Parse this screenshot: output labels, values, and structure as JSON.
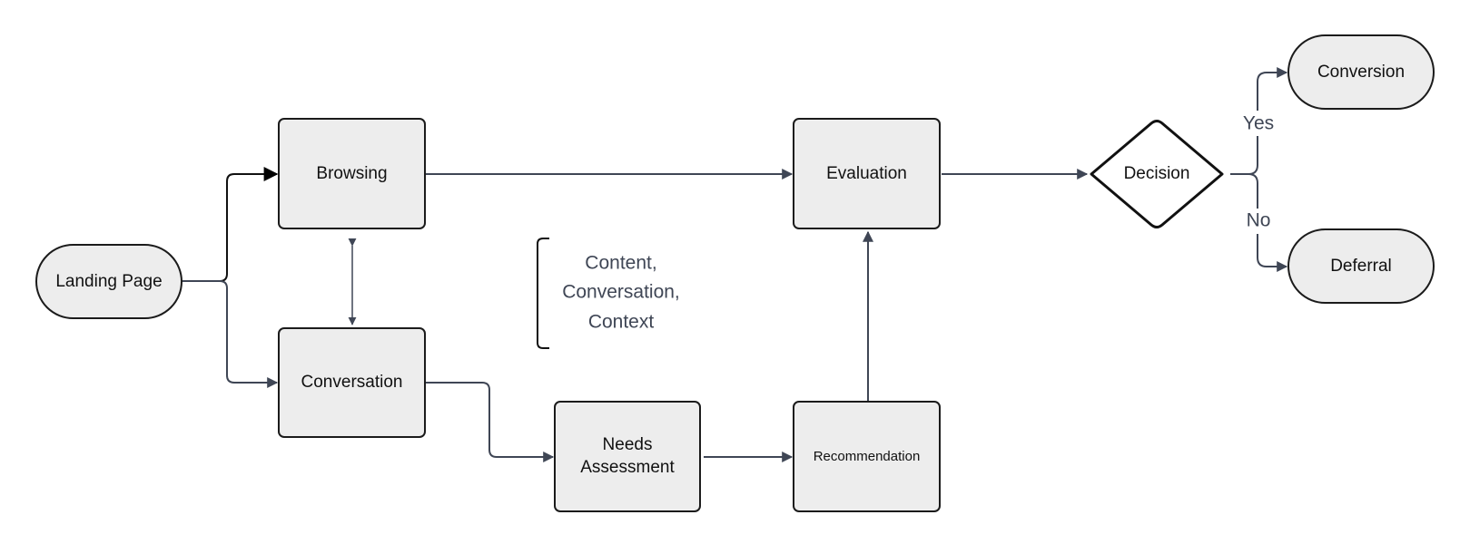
{
  "nodes": {
    "landing_page": "Landing Page",
    "browsing": "Browsing",
    "conversation": "Conversation",
    "needs_assessment_line1": "Needs",
    "needs_assessment_line2": "Assessment",
    "recommendation": "Recommendation",
    "evaluation": "Evaluation",
    "decision": "Decision",
    "conversion": "Conversion",
    "deferral": "Deferral"
  },
  "edge_labels": {
    "yes": "Yes",
    "no": "No"
  },
  "annotation": {
    "line1": "Content,",
    "line2": "Conversation,",
    "line3": "Context"
  },
  "colors": {
    "node_fill": "#ededed",
    "node_stroke": "#1b1b1b",
    "edge": "#3f4655",
    "label_text": "#3f4655"
  }
}
